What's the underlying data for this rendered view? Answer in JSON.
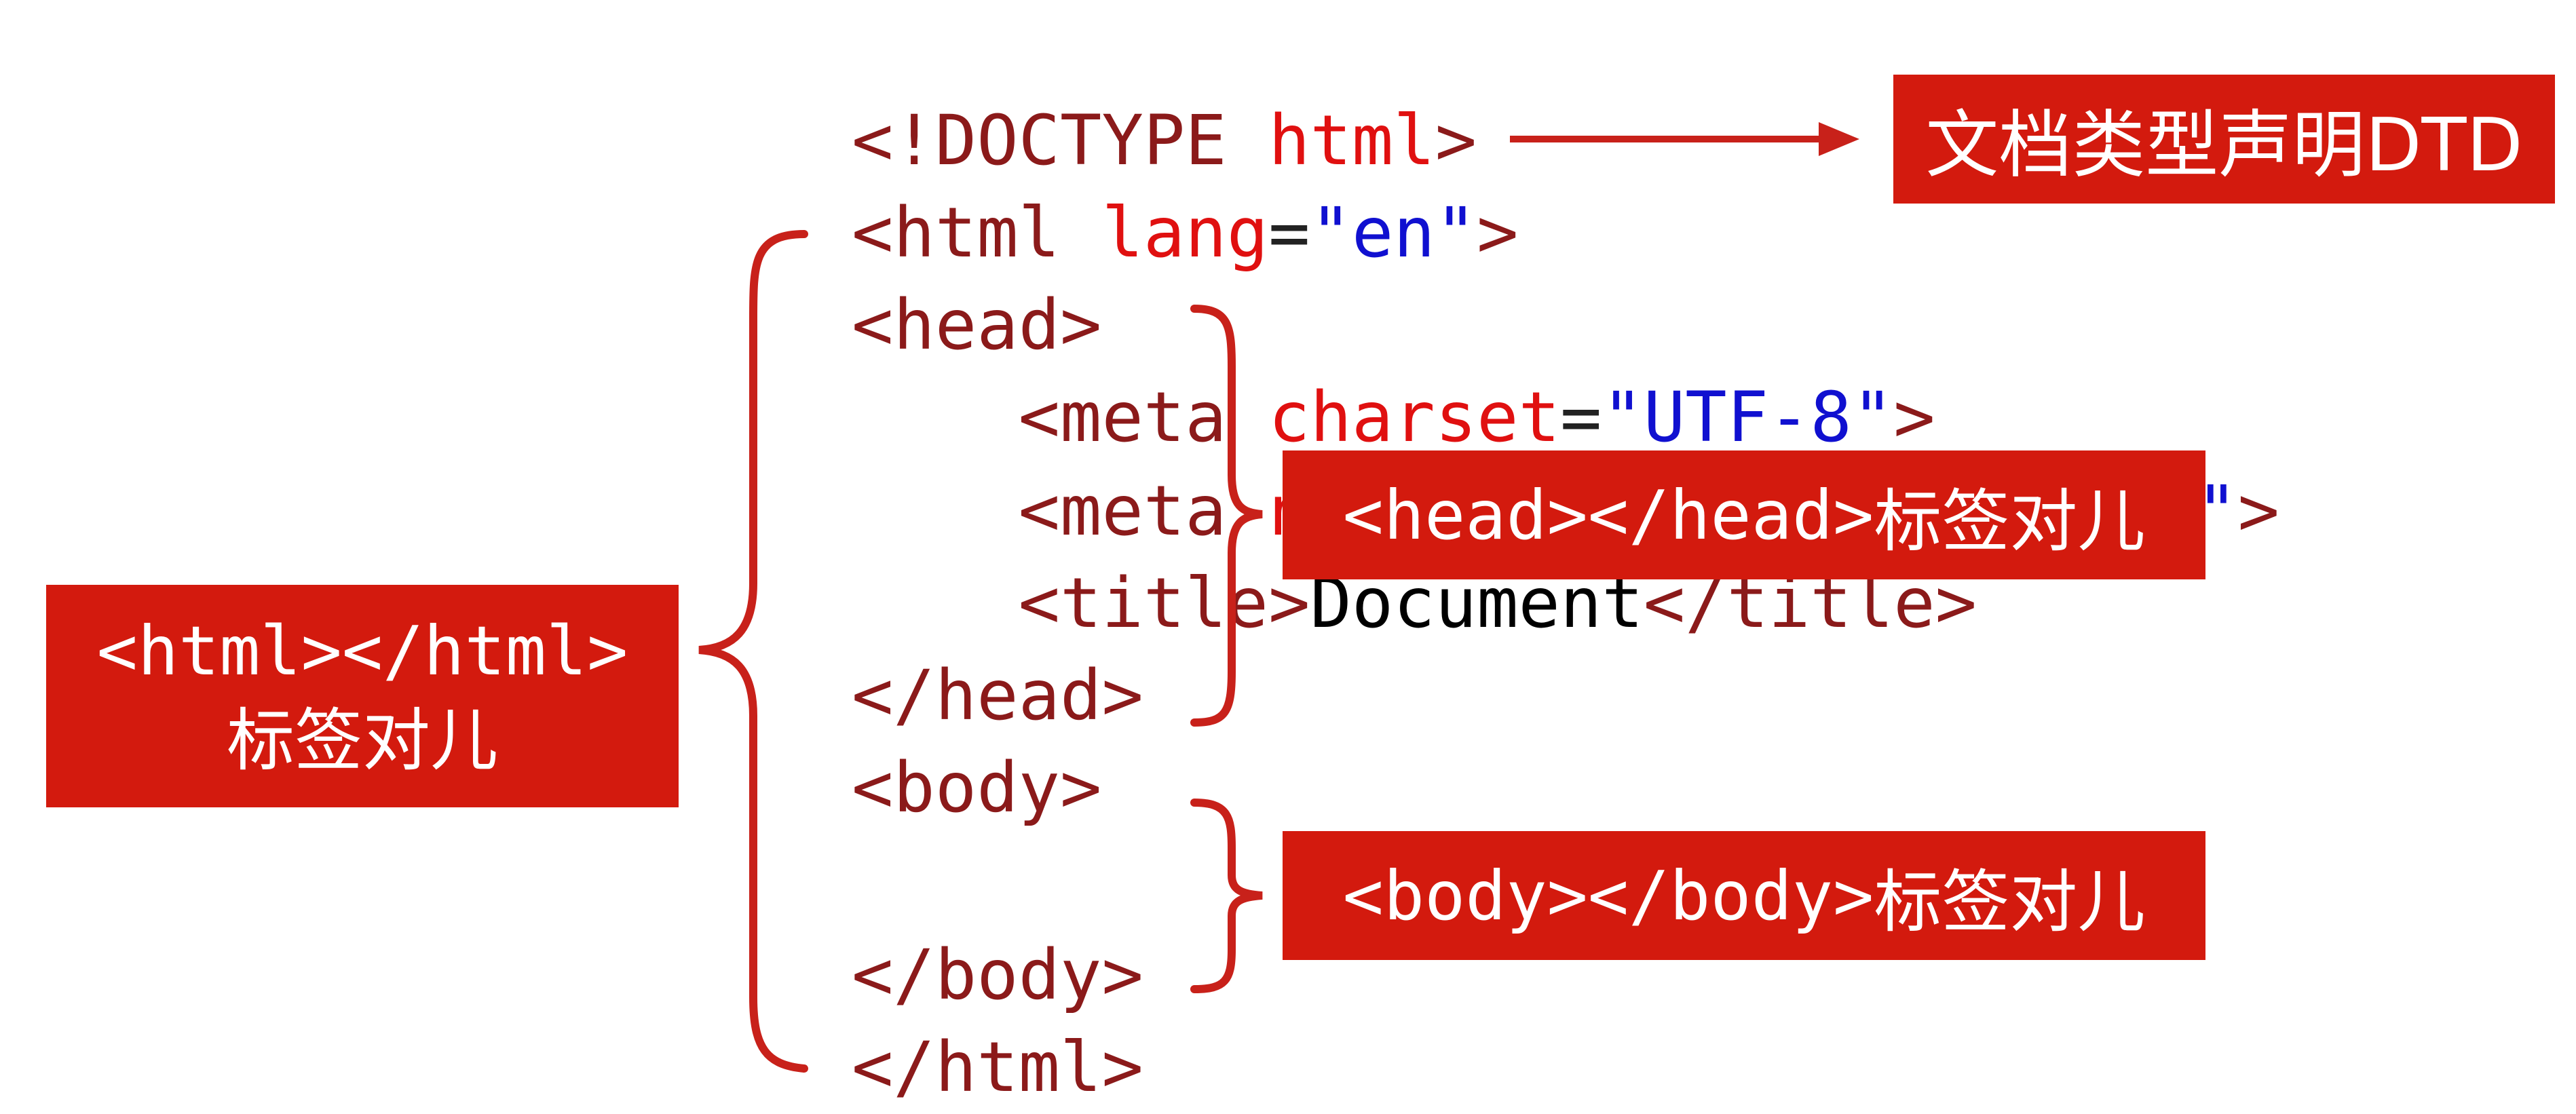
{
  "code": {
    "line1": {
      "open": "<!DOCTYPE ",
      "name": "html",
      "close": ">"
    },
    "line2": {
      "open": "<html ",
      "attr": "lang",
      "eq": "=",
      "val": "\"en\"",
      "close": ">"
    },
    "line3": {
      "tag": "<head>"
    },
    "line4": {
      "indent": "    ",
      "open": "<meta ",
      "attr": "charset",
      "eq": "=",
      "val": "\"UTF-8\"",
      "close": ">"
    },
    "line5": {
      "indent": "    ",
      "open": "<meta ",
      "partial": "n",
      "eq": "=",
      "val": "\"……\"",
      "close": ">"
    },
    "line6": {
      "indent": "    ",
      "open": "<title>",
      "text": "Document",
      "close": "</title>"
    },
    "line7": {
      "tag": "</head>"
    },
    "line8": {
      "tag": "<body>"
    },
    "line9": {
      "tag": ""
    },
    "line10": {
      "tag": "</body>"
    },
    "line11": {
      "tag": "</html>"
    }
  },
  "labels": {
    "dtd": "文档类型声明DTD",
    "html_line1": "<html></html>",
    "html_line2": "标签对儿",
    "head_tag": "<head></head>",
    "head_suffix": "标签对儿",
    "body_tag": "<body></body>",
    "body_suffix": "标签对儿"
  },
  "colors": {
    "accent_red": "#d31a0e",
    "tag": "#8b1a1a",
    "attr": "#e01010",
    "value": "#1010d0"
  }
}
